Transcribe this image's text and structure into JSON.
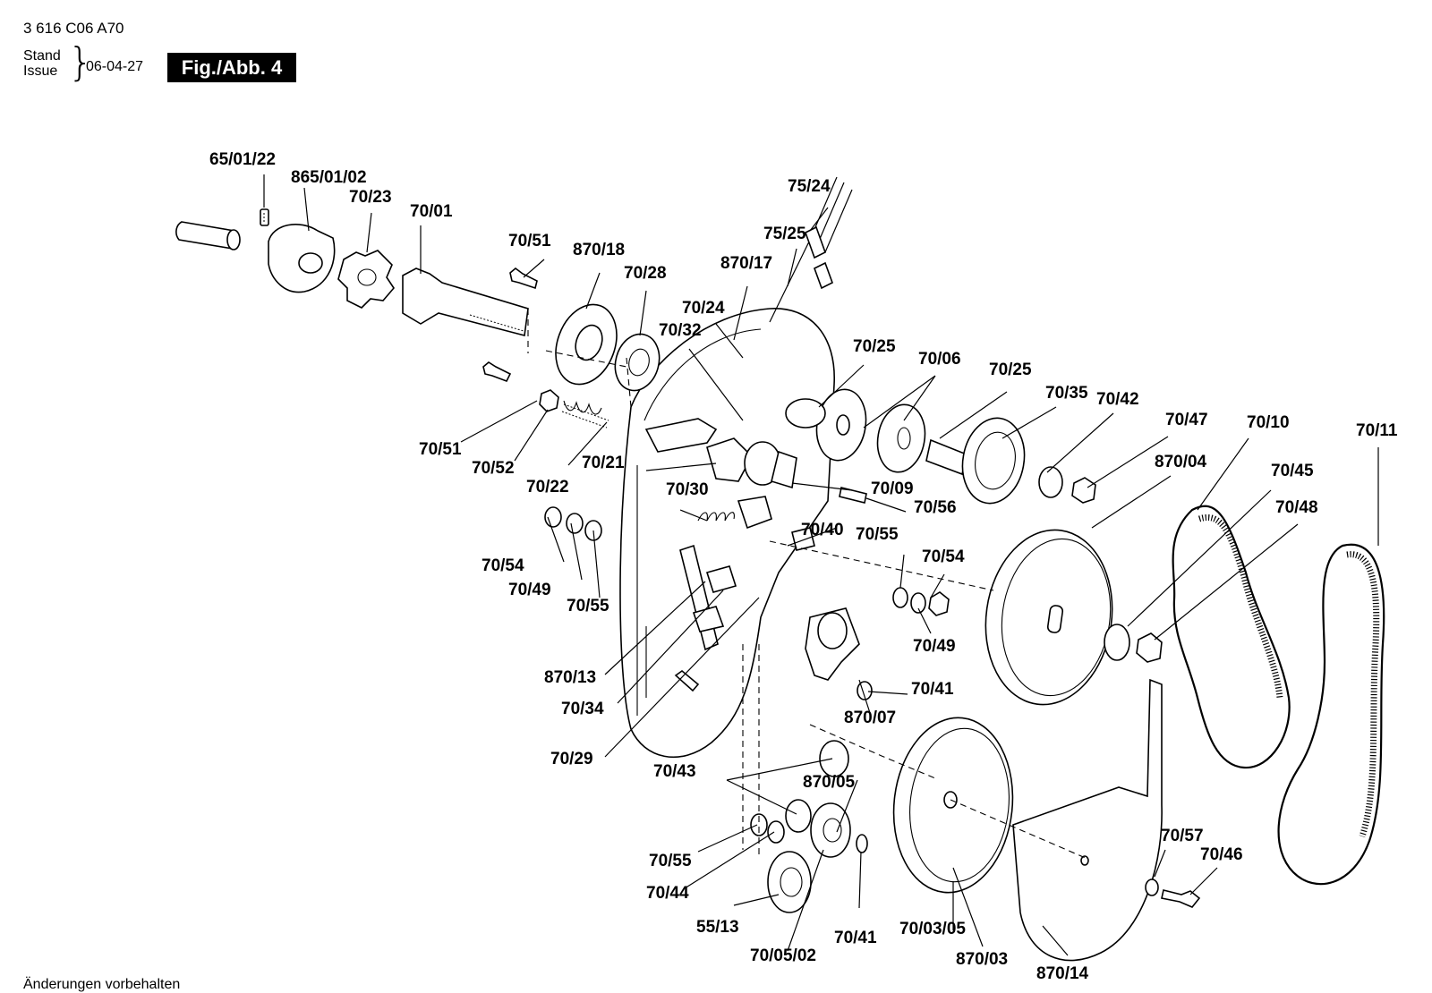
{
  "header": {
    "doc_number": "3 616 C06 A70",
    "stand_label": "Stand",
    "issue_label": "Issue",
    "date": "06-04-27",
    "figure": "Fig./Abb. 4"
  },
  "footer": {
    "note": "Änderungen vorbehalten"
  },
  "callouts": [
    "65/01/22",
    "865/01/02",
    "70/23",
    "70/01",
    "75/24",
    "70/51",
    "870/18",
    "70/28",
    "870/17",
    "75/25",
    "70/24",
    "70/32",
    "70/25",
    "70/06",
    "70/25",
    "70/35",
    "70/42",
    "70/47",
    "70/10",
    "70/11",
    "70/51",
    "70/52",
    "70/22",
    "70/21",
    "870/04",
    "70/45",
    "70/09",
    "70/56",
    "70/30",
    "70/48",
    "70/40",
    "70/55",
    "70/54",
    "70/54",
    "70/49",
    "70/55",
    "70/49",
    "870/13",
    "70/41",
    "70/34",
    "870/07",
    "70/29",
    "70/43",
    "870/05",
    "70/55",
    "70/57",
    "70/46",
    "70/44",
    "55/13",
    "70/41",
    "70/03/05",
    "70/05/02",
    "870/03",
    "870/14"
  ]
}
